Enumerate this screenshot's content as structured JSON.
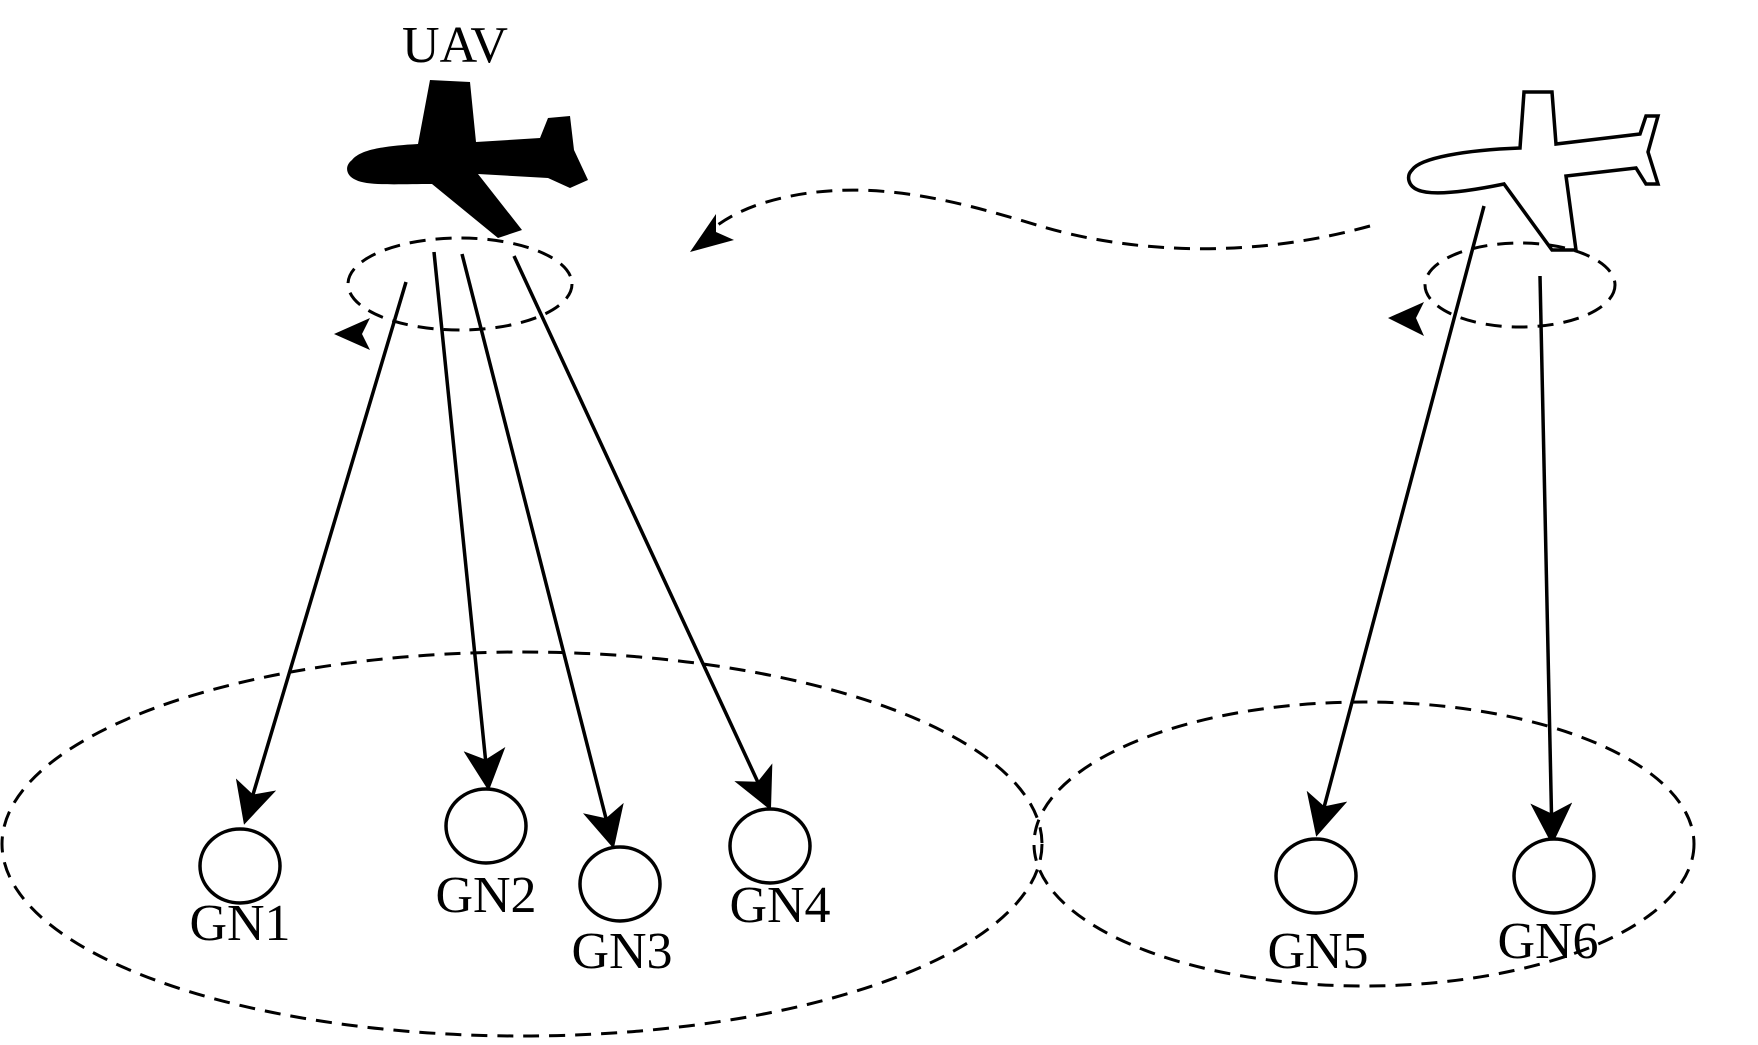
{
  "uav_label": "UAV",
  "ground_nodes": {
    "gn1": "GN1",
    "gn2": "GN2",
    "gn3": "GN3",
    "gn4": "GN4",
    "gn5": "GN5",
    "gn6": "GN6"
  },
  "icons": {
    "uav_active": "airplane-filled-icon",
    "uav_next": "airplane-outline-icon"
  },
  "colors": {
    "stroke": "#000000",
    "background": "#ffffff"
  }
}
